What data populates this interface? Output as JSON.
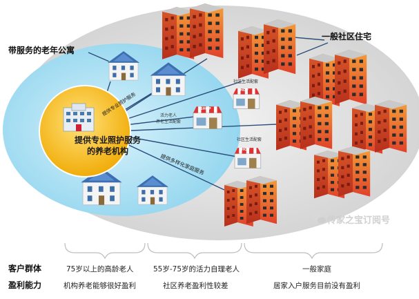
{
  "labels": {
    "senior_apartment": "带服务的老年公寓",
    "community_housing": "一般社区住宅",
    "center_line1": "提供专业照护服务",
    "center_line2": "的养老机构",
    "professional_service": "提供专业照护服务",
    "diverse_home_service": "提供多样化家庭服务",
    "community_center_1": "社区生活配套",
    "community_center_2": "社区生活配套",
    "active_elder_line1": "活力老人",
    "active_elder_line2": "养老生活配套",
    "shop_sign": "SHOP"
  },
  "table": {
    "row_headers": [
      "客户群体",
      "盈利能力"
    ],
    "columns": [
      {
        "customer": "75岁以上的高龄老人",
        "profit": "机构养老能够很好盈利"
      },
      {
        "customer": "55岁-75岁的活力自理老人",
        "profit": "社区养老盈利性较差"
      },
      {
        "customer": "一般家庭",
        "profit": "居家入户服务目前没有盈利"
      }
    ]
  },
  "watermark": "传家之宝订阅号",
  "colors": {
    "outer_ellipse": "#dcdcdc",
    "inner_ellipse": "#a9dff2",
    "center_circle": "#f7c21e",
    "building_red": "#e2432a",
    "building_orange": "#f08a2a",
    "line_blue": "#2a4d7a"
  }
}
